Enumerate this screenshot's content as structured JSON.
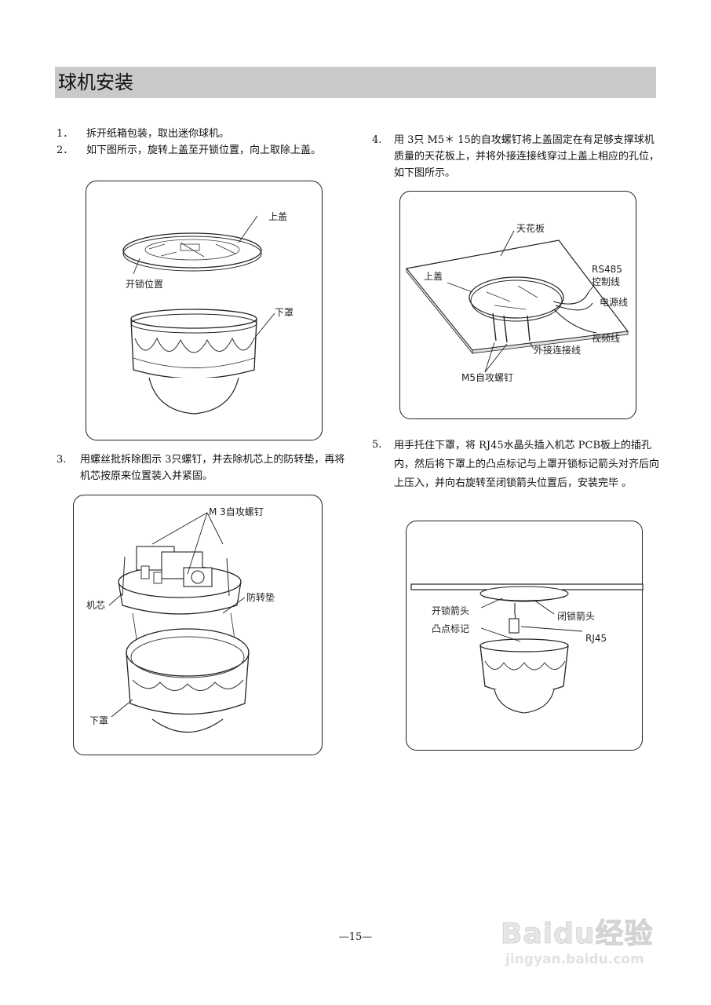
{
  "title": "球机安装",
  "steps": [
    {
      "num": "1．",
      "text": "拆开纸箱包装，取出迷你球机。"
    },
    {
      "num": "2．",
      "text": "如下图所示，旋转上盖至开锁位置，向上取除上盖。"
    },
    {
      "num": "3.",
      "text": "用螺丝批拆除图示 3只螺钉，并去除机芯上的防转垫，再将机芯按原来位置装入并紧固。"
    },
    {
      "num": "4.",
      "text": "用 3只 M5＊ 15的自攻螺钉将上盖固定在有足够支撑球机质量的天花板上，并将外接连接线穿过上盖上相应的孔位，如下图所示。"
    },
    {
      "num": "5.",
      "text": "用手托住下罩，将 RJ45水晶头插入机芯 PCB板上的插孔内，然后将下罩上的凸点标记与上罩开锁标记箭头对齐后向上压入，并向右旋转至闭锁箭头位置后，安装完毕 。"
    }
  ],
  "fig1": {
    "top_cover": "上盖",
    "unlock_position": "开锁位置",
    "lower_cover": "下罩"
  },
  "fig2": {
    "screw": "M 3自攻螺钉",
    "core": "机芯",
    "anti_rotation_pad": "防转垫",
    "lower_cover": "下罩"
  },
  "fig3": {
    "ceiling": "天花板",
    "top_cover": "上盖",
    "rs485": "RS485",
    "control_line": "控制线",
    "power_line": "电源线",
    "video_line": "视频线",
    "ext_cable": "外接连接线",
    "screw": "M5自攻螺钉"
  },
  "fig4": {
    "unlock_arrow": "开锁箭头",
    "lock_arrow": "闭锁箭头",
    "bump_mark": "凸点标记",
    "rj45": "RJ45"
  },
  "page_number": "—15—",
  "watermark": {
    "brand": "Baidu经验",
    "url": "jingyan.baidu.com"
  }
}
